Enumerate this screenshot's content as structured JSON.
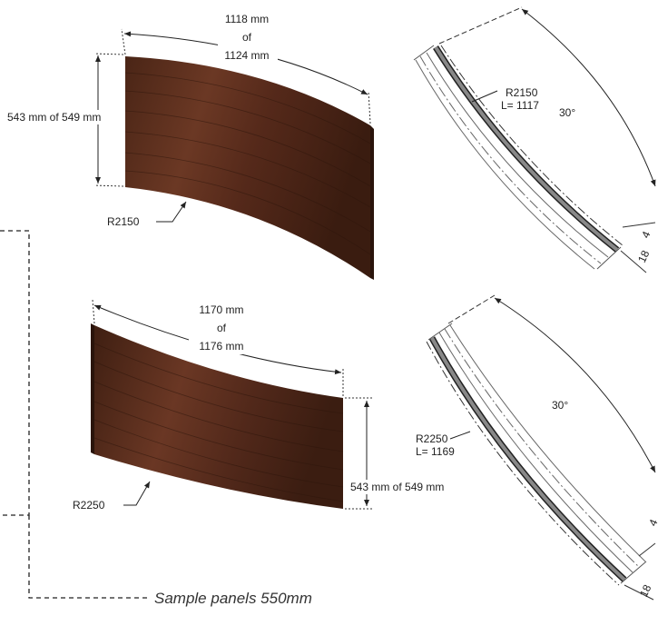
{
  "panels": [
    {
      "width_line1": "1118 mm",
      "width_line2": "of",
      "width_line3": "1124 mm",
      "height_label": "543 mm of 549 mm",
      "radius_label": "R2150"
    },
    {
      "width_line1": "1170 mm",
      "width_line2": "of",
      "width_line3": "1176 mm",
      "height_label": "543 mm of 549 mm",
      "radius_label": "R2250"
    }
  ],
  "sections": [
    {
      "radius_label": "R2150",
      "length_label": "L= 1117",
      "angle_label": "30°",
      "dim_a": "4",
      "dim_b": "18"
    },
    {
      "radius_label": "R2250",
      "length_label": "L= 1169",
      "angle_label": "30°",
      "dim_a": "4",
      "dim_b": "18"
    }
  ],
  "caption": "Sample panels 550mm",
  "colors": {
    "wood_dark": "#3f1f12",
    "wood_mid": "#5e3120",
    "wood_light": "#7a4430",
    "edge": "#555555"
  }
}
